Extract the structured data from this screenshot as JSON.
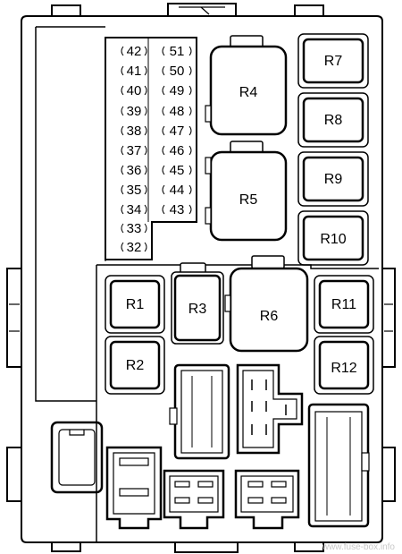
{
  "diagram": {
    "relays_upper": [
      "R4",
      "R5"
    ],
    "relays_right": [
      "R7",
      "R8",
      "R9",
      "R10"
    ],
    "relays_lower_left": [
      "R1",
      "R2",
      "R3",
      "R6"
    ],
    "relays_lower_right": [
      "R11",
      "R12"
    ],
    "fuses_left_column": [
      "42",
      "41",
      "40",
      "39",
      "38",
      "37",
      "36",
      "35",
      "34",
      "33",
      "32"
    ],
    "fuses_right_column": [
      "51",
      "50",
      "49",
      "48",
      "47",
      "46",
      "45",
      "44",
      "43"
    ],
    "watermark": "www.fuse-box.info"
  },
  "colors": {
    "outline": "#000000",
    "background": "#ffffff",
    "watermark": "#cccccc"
  }
}
